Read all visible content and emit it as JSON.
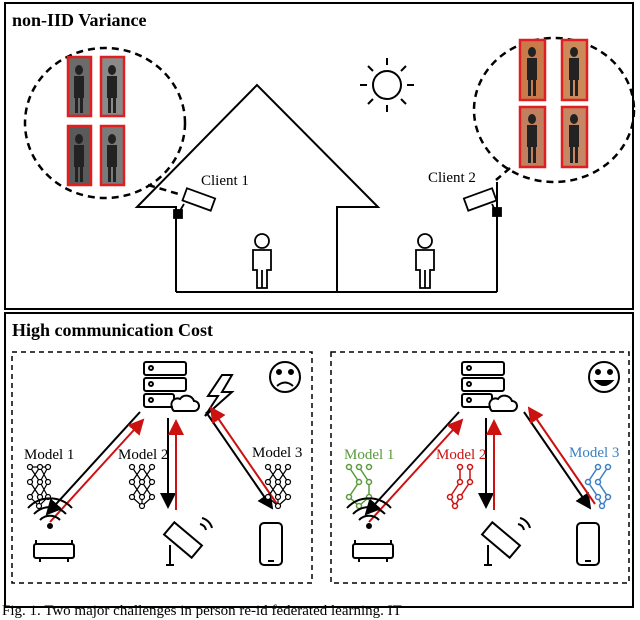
{
  "panel1": {
    "title": "non-IID Variance",
    "client1_label": "Client 1",
    "client2_label": "Client 2"
  },
  "panel2": {
    "title": "High communication Cost",
    "left": {
      "model1": "Model 1",
      "model2": "Model 2",
      "model3": "Model 3",
      "face": "sad-face-icon"
    },
    "right": {
      "model1": "Model 1",
      "model2": "Model 2",
      "model3": "Model 3",
      "face": "happy-face-icon"
    }
  },
  "caption": "Fig. 1.   Two major challenges in person re-id federated learning. IT",
  "colors": {
    "arrow_red": "#cc1111",
    "model_green": "#5a9a3a",
    "model_red": "#cc1111",
    "model_blue": "#3a7fc2",
    "photo_border": "#e02020"
  }
}
